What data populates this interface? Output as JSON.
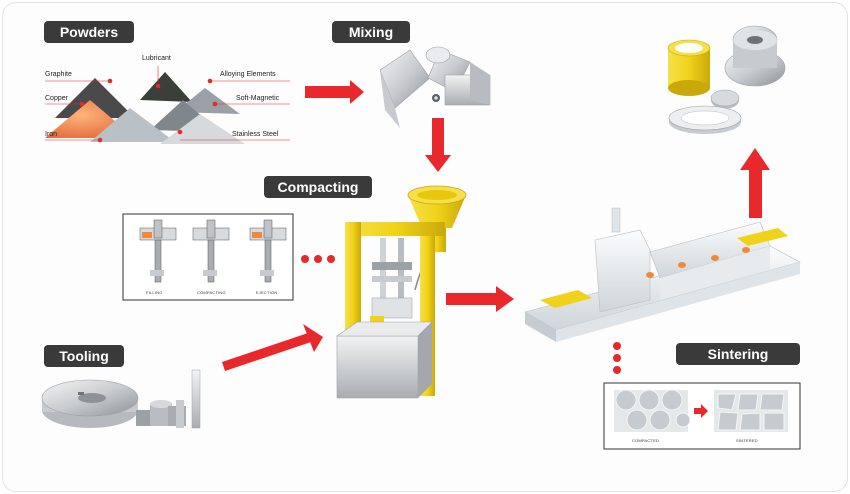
{
  "stages": {
    "powders": "Powders",
    "mixing": "Mixing",
    "compacting": "Compacting",
    "tooling": "Tooling",
    "sintering": "Sintering"
  },
  "powder_labels": {
    "lubricant": "Lubricant",
    "graphite": "Graphite",
    "copper": "Copper",
    "iron": "Iron",
    "alloying": "Alloying Elements",
    "soft_magnetic": "Soft-Magnetic",
    "stainless": "Stainless Steel"
  },
  "compacting_steps": [
    "FILLING",
    "COMPACTING",
    "EJECTION"
  ],
  "sintering_states": {
    "before": "COMPACTED",
    "after": "SINTERED"
  },
  "colors": {
    "arrow": "#e8282b",
    "press": "#f1d21a",
    "pill": "#3a3a3a",
    "marker": "#e8282b"
  }
}
